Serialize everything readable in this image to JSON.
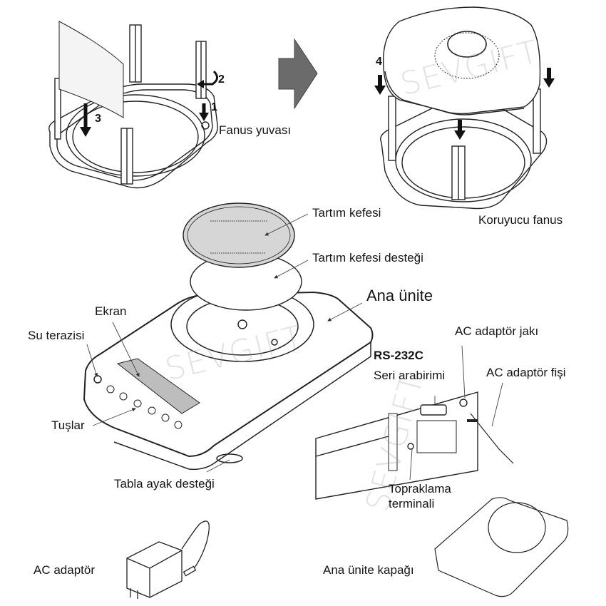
{
  "title": "Parça tanımları ve fanus montajı",
  "watermark": "SEVGIFT",
  "assembly": {
    "steps": [
      "1",
      "2",
      "3",
      "4"
    ],
    "label_fanus_yuvasi": "Fanus yuvası",
    "label_koruyucu_fanus": "Koruyucu fanus"
  },
  "parts": {
    "tartim_kefesi": "Tartım kefesi",
    "tartim_kefesi_destegi": "Tartım kefesi desteği",
    "ana_unite": "Ana ünite",
    "ekran": "Ekran",
    "su_terazisi": "Su terazisi",
    "tuslar": "Tuşlar",
    "tabla_ayak_destegi": "Tabla ayak desteği",
    "rs232c": "RS-232C",
    "seri_arabirimi": "Seri arabirimi",
    "ac_adaptor_jaki": "AC adaptör jakı",
    "ac_adaptor_fisi": "AC adaptör fişi",
    "topraklama_terminali_1": "Topraklama",
    "topraklama_terminali_2": "terminali",
    "ac_adaptor": "AC adaptör",
    "ana_unite_kapagi": "Ana ünite kapağı"
  },
  "colors": {
    "line": "#222222",
    "arrow_gray": "#6b6b6b",
    "display_gray": "#bdbdbd",
    "pan_gray": "#d6d6d6"
  }
}
